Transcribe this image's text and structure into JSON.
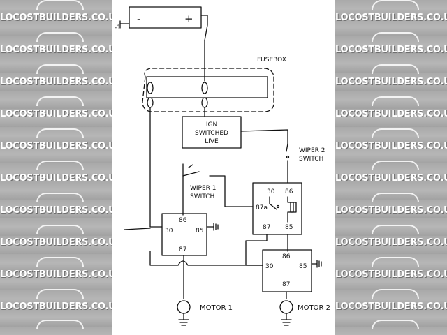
{
  "watermark": {
    "text": "LOCOSTBUILDERS.CO.UK"
  },
  "diagram": {
    "battery": {
      "neg": "-",
      "pos": "+",
      "ground_mark": "-1"
    },
    "fusebox_label": "FUSEBOX",
    "ign_box": {
      "line1": "IGN",
      "line2": "SWITCHED",
      "line3": "LIVE"
    },
    "wiper1_switch": {
      "line1": "WIPER 1",
      "line2": "SWITCH"
    },
    "wiper2_switch": {
      "line1": "WIPER 2",
      "line2": "SWITCH"
    },
    "relay1": {
      "pin30": "30",
      "pin86": "86",
      "pin85": "85",
      "pin87": "87"
    },
    "relay2": {
      "pin30": "30",
      "pin86": "86",
      "pin87a": "87a",
      "pin87": "87",
      "pin85": "85"
    },
    "relay3": {
      "pin30": "30",
      "pin86": "86",
      "pin85": "85",
      "pin87": "87"
    },
    "motor1_label": "MOTOR 1",
    "motor2_label": "MOTOR 2"
  }
}
